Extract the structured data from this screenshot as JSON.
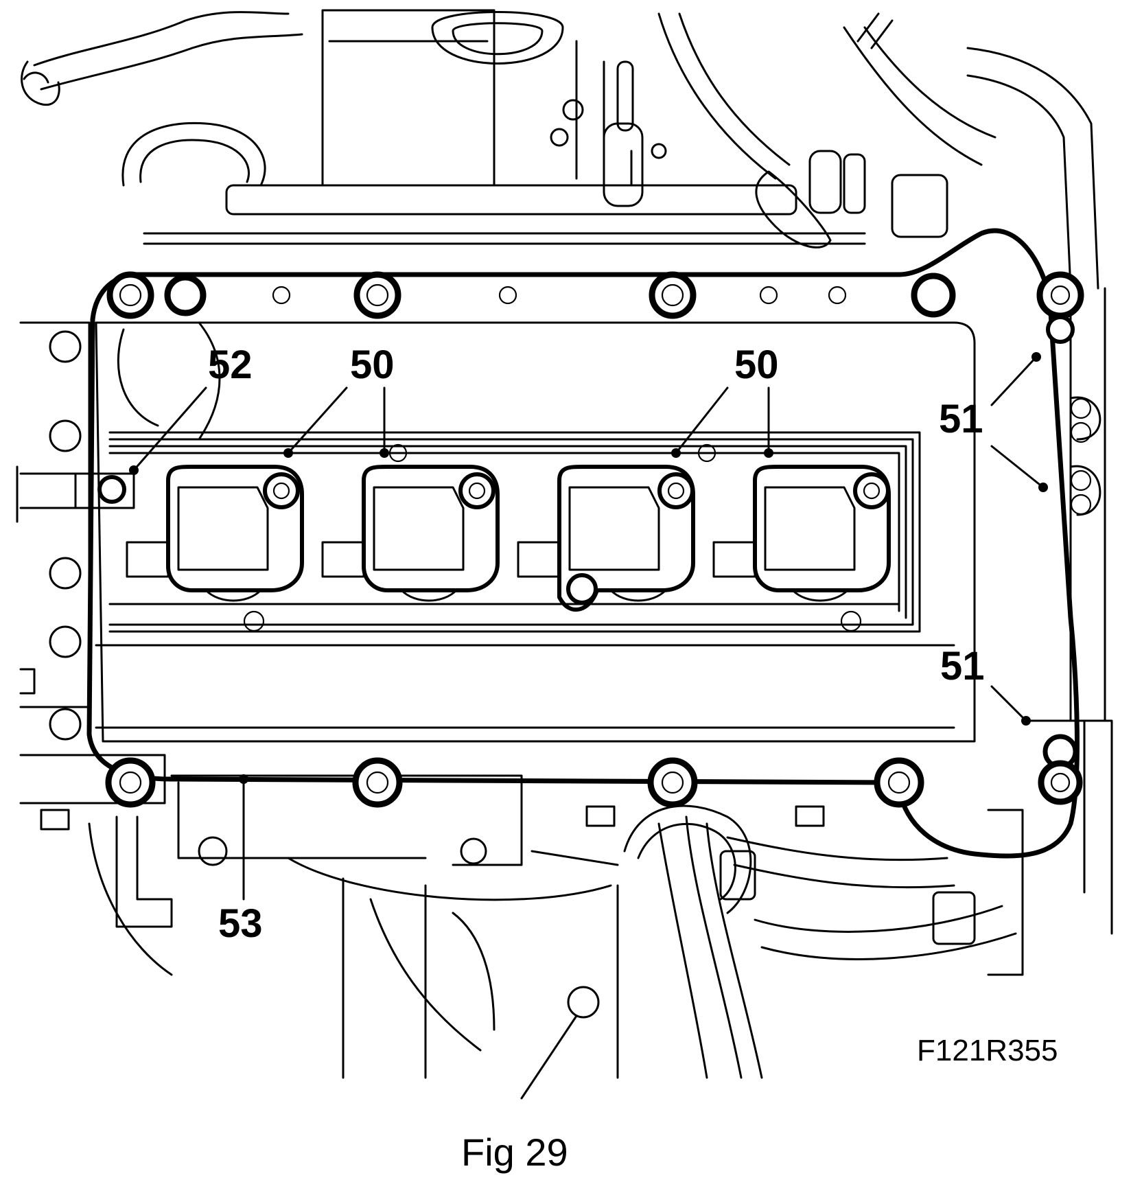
{
  "figure": {
    "code": "F121R355",
    "caption": "Fig 29"
  },
  "callouts": {
    "c52": "52",
    "c50a": "50",
    "c50b": "50",
    "c51a": "51",
    "c51b": "51",
    "c53": "53"
  }
}
